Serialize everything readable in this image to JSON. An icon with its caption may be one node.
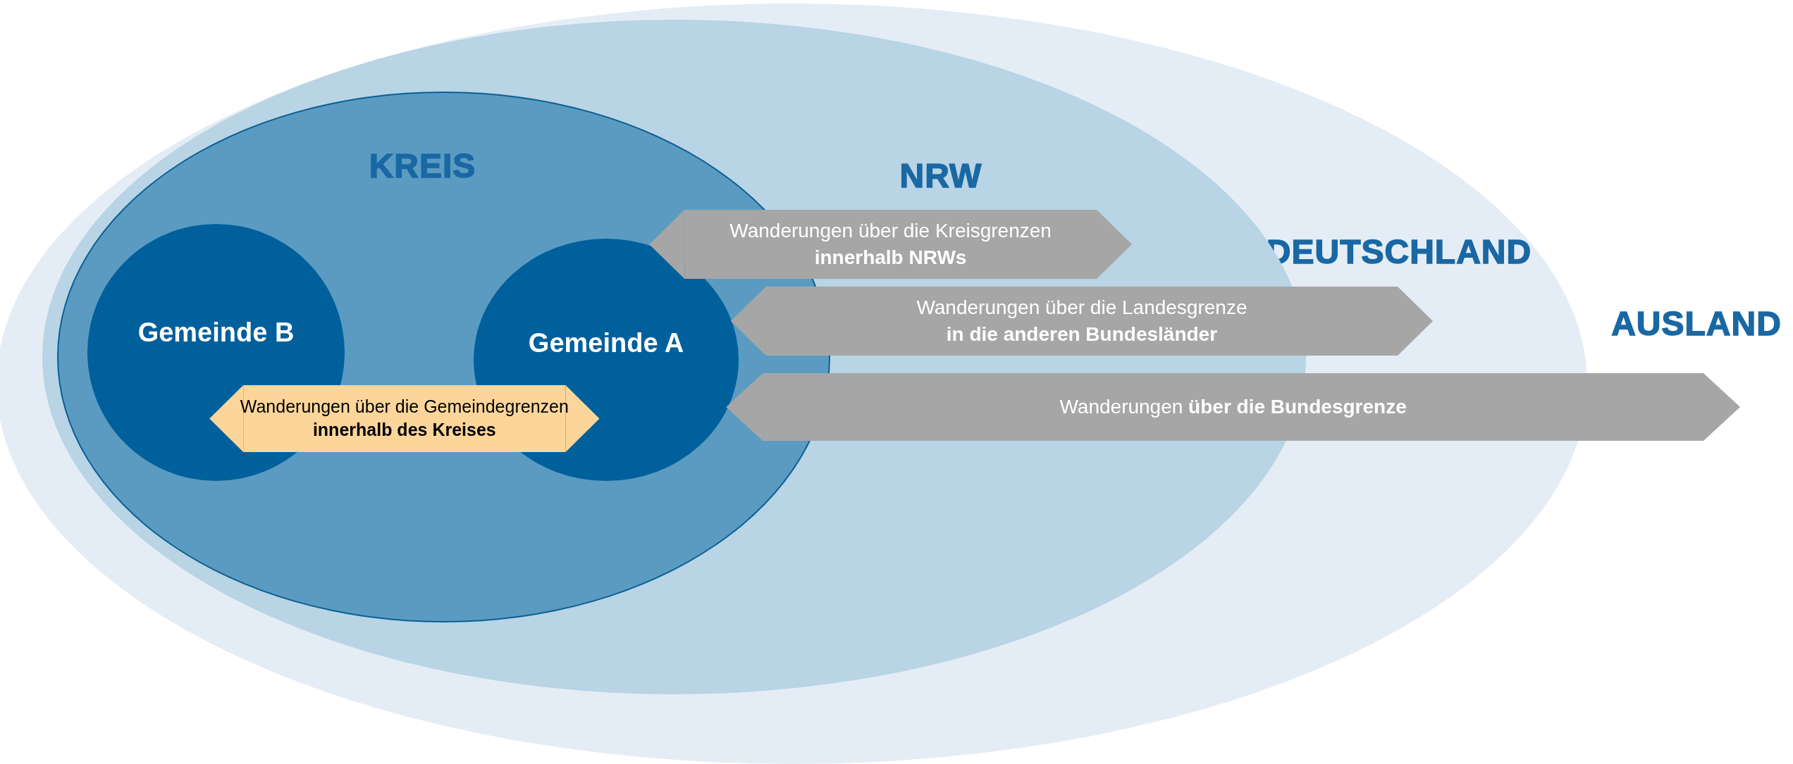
{
  "diagram": {
    "nodes": [
      {
        "text": [
          "DEUTSCHLAND"
        ]
      },
      {
        "text": [
          "NRW"
        ],
        "in": 0
      },
      {
        "text": [
          "KREIS"
        ],
        "in": 1
      },
      {
        "text": [
          "Gemeinde B"
        ],
        "in": 2
      },
      {
        "text": [
          "Gemeinde A"
        ],
        "in": 2
      }
    ],
    "edges": [
      {
        "from": 3,
        "to": 4,
        "arrow": "both",
        "label": "Wanderungen über die Gemeindegrenzen **innerhalb des Kreises**",
        "color": "#fcd59a"
      },
      {
        "from": 4,
        "to": null,
        "arrow": "both",
        "label": "Wanderungen über die Kreisgrenzen **innerhalb NRWs**"
      },
      {
        "from": 4,
        "to": null,
        "arrow": "both",
        "label": "Wanderungen über die Landesgrenze **in die anderen Bundesländer**"
      },
      {
        "from": 4,
        "to": null,
        "arrow": "both",
        "label": "Wanderungen **über die Bundesgrenze**"
      }
    ],
    "labels": [
      "AUSLAND"
    ]
  }
}
